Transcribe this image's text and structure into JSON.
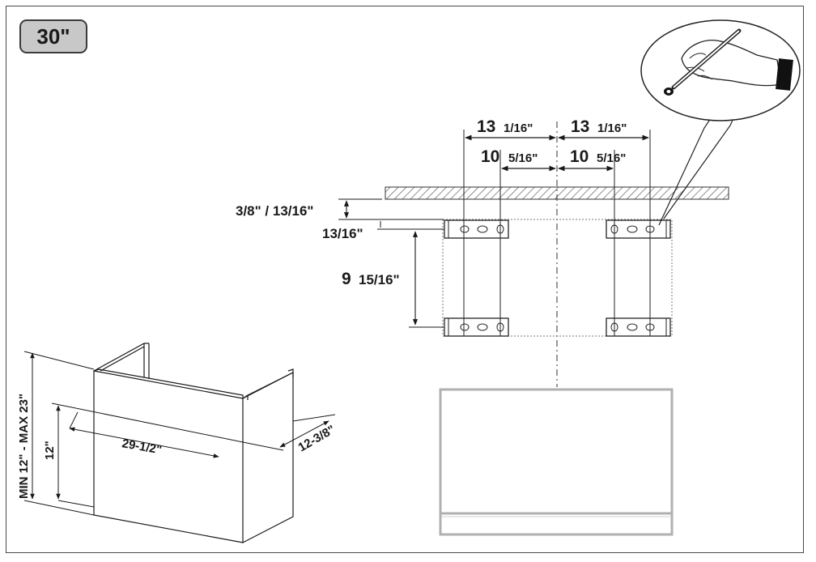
{
  "badge": {
    "size": "30\""
  },
  "top_dims": {
    "outer_left": {
      "whole": "13",
      "frac": "1/16\""
    },
    "outer_right": {
      "whole": "13",
      "frac": "1/16\""
    },
    "inner_left": {
      "whole": "10",
      "frac": "5/16\""
    },
    "inner_right": {
      "whole": "10",
      "frac": "5/16\""
    }
  },
  "left_dims": {
    "ceiling_gap": "3/8\" / 13/16\"",
    "bracket_offset": "13/16\"",
    "bracket_spacing": {
      "whole": "9",
      "frac": "15/16\""
    }
  },
  "hood_dims": {
    "height_range": "MIN  12ʺ  -  MAX  23ʺ",
    "height": "12ʺ",
    "width": "29-1/2ʺ",
    "depth": "12-3/8ʺ"
  },
  "colors": {
    "line": "#1a1a1a",
    "hatch": "#555555",
    "hood_outline": "#b0b0b0"
  },
  "icons": {
    "marker": "hand-marking-pencil-icon"
  }
}
